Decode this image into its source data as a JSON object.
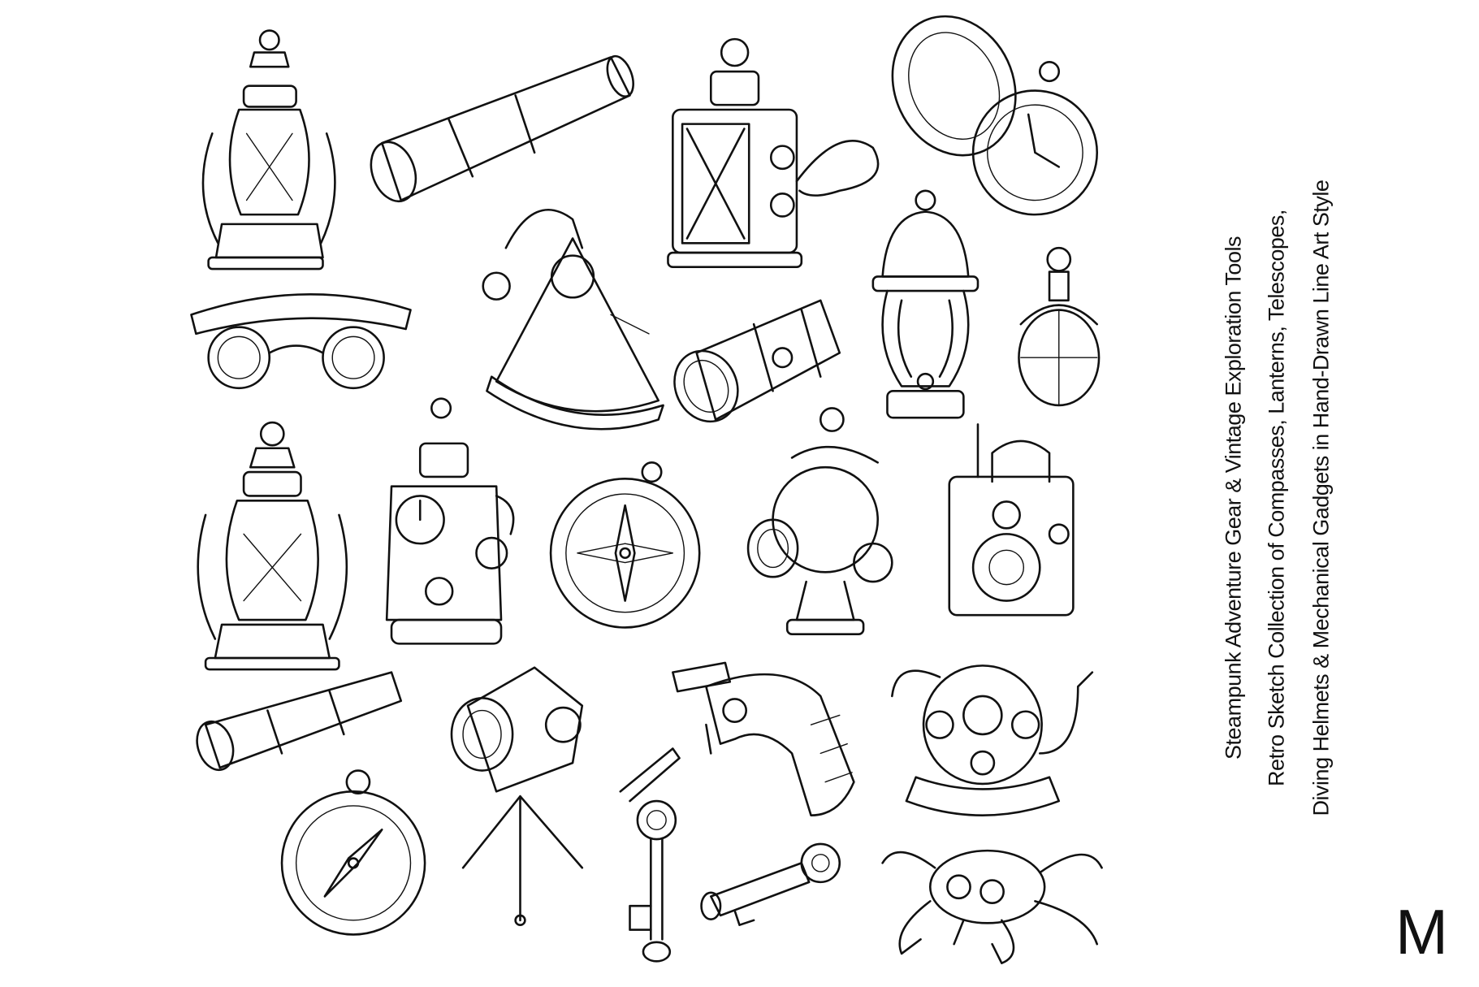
{
  "title_lines": [
    "Steampunk Adventure Gear & Vintage Exploration Tools",
    "Retro Sketch Collection of Compasses, Lanterns, Telescopes,",
    "Diving Helmets & Mechanical Gadgets in Hand-Drawn Line Art Style"
  ],
  "logo": "M",
  "illustrations": [
    "oil-lantern",
    "telescope",
    "lamp-box",
    "open-pocket-watch",
    "goggles",
    "sextant",
    "brass-cylinder",
    "dome-lantern",
    "small-lamp",
    "oil-lantern",
    "gauge-device",
    "compass",
    "camera-device",
    "lock-box",
    "small-telescope",
    "tripod-camera",
    "pipe-gadget",
    "diving-helmet",
    "compass",
    "key",
    "small-key",
    "mechanical-crab"
  ],
  "colors": {
    "ink": "#111111",
    "background": "#ffffff"
  }
}
